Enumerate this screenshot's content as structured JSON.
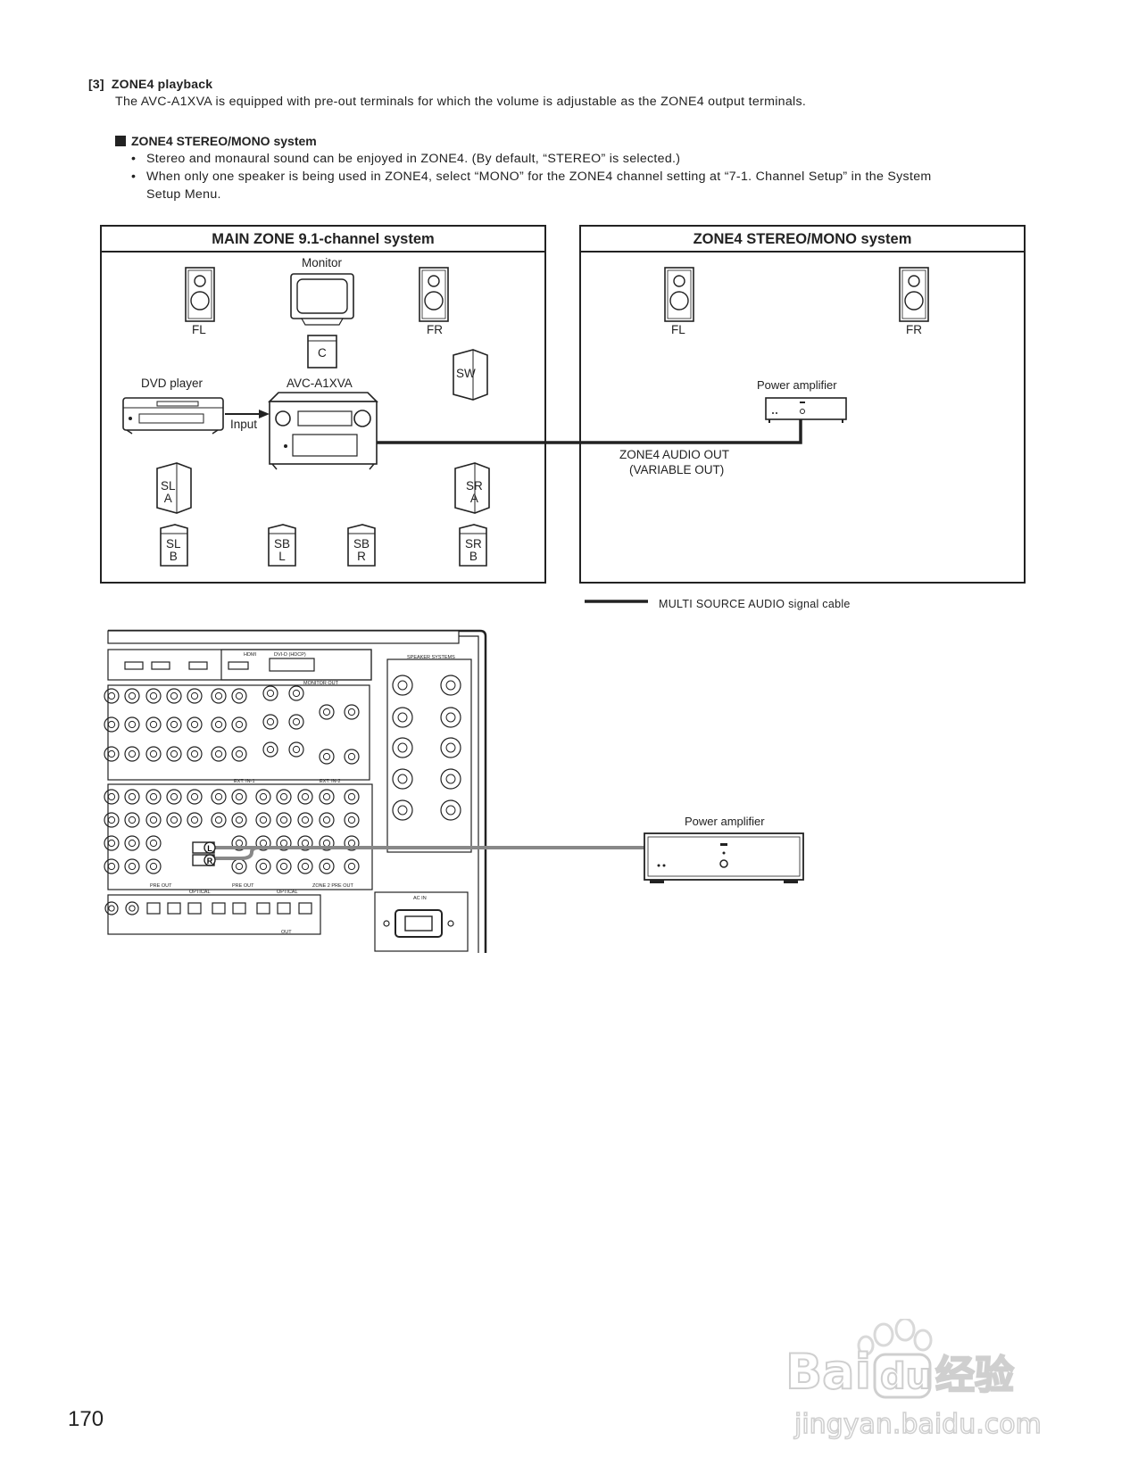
{
  "section": {
    "number": "[3]",
    "title": "ZONE4 playback",
    "intro": "The AVC-A1XVA is equipped with pre-out terminals for which the volume is adjustable as the ZONE4 output terminals."
  },
  "subsection": {
    "title": "ZONE4 STEREO/MONO system",
    "bullets": [
      "Stereo and monaural sound can be enjoyed in ZONE4. (By default, “STEREO” is selected.)",
      "When only one speaker is being used in ZONE4, select “MONO” for the ZONE4 channel setting at “7-1. Channel Setup” in the System",
      "Setup Menu."
    ]
  },
  "diagram": {
    "main_zone": {
      "title": "MAIN ZONE 9.1-channel system",
      "monitor": "Monitor",
      "dvd": "DVD player",
      "receiver": "AVC-A1XVA",
      "input": "Input",
      "speakers": {
        "fl": "FL",
        "fr": "FR",
        "c": "C",
        "sw": "SW",
        "sla_1": "SL",
        "sla_2": "A",
        "sra_1": "SR",
        "sra_2": "A",
        "slb_1": "SL",
        "slb_2": "B",
        "sbl_1": "SB",
        "sbl_2": "L",
        "sbr_1": "SB",
        "sbr_2": "R",
        "srb_1": "SR",
        "srb_2": "B"
      }
    },
    "zone4": {
      "title": "ZONE4 STEREO/MONO system",
      "fl": "FL",
      "fr": "FR",
      "power_amp": "Power amplifier",
      "audio_out_1": "ZONE4 AUDIO OUT",
      "audio_out_2": "(VARIABLE OUT)"
    },
    "legend": "MULTI SOURCE AUDIO signal cable"
  },
  "rear_panel": {
    "power_amp": "Power amplifier",
    "hdmi": "HDMI",
    "dvi": "DVI-D (HDCP)",
    "speaker_systems": "SPEAKER SYSTEMS",
    "monitor_out": "MONITOR OUT",
    "ext_in_1": "EXT. IN-1",
    "ext_in_2": "EXT. IN-2",
    "pre_out": "PRE OUT",
    "zone2_pre_out": "ZONE 2 PRE OUT",
    "optical": "OPTICAL",
    "out": "OUT",
    "ac_in": "AC IN",
    "jack_l": "L",
    "jack_r": "R"
  },
  "page_number": "170",
  "watermark": {
    "brand": "Bai du 经验",
    "url": "jingyan.baidu.com"
  }
}
